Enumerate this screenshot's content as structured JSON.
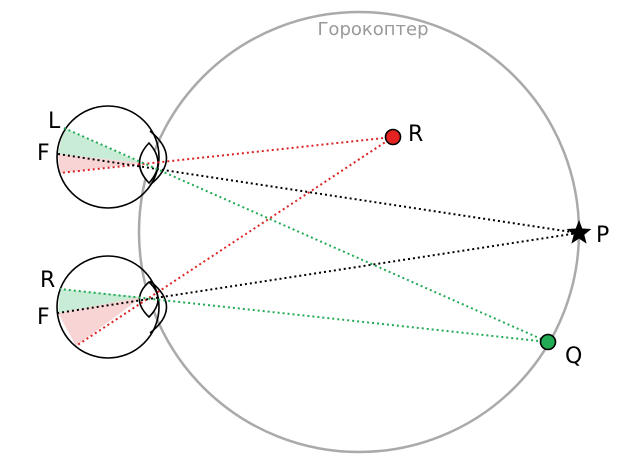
{
  "title": "Горокоптер",
  "colors": {
    "horopter_circle": "#aaaaaa",
    "title_text": "#999999",
    "red_line": "#dd2222",
    "green_line": "#22aa55",
    "black_line": "#000000",
    "green_fill": "#c8ecd6",
    "red_fill": "#f8d4d4",
    "point_R": "#e52222",
    "point_Q": "#22aa55",
    "point_P": "#000000"
  },
  "icons": {
    "point_R": "red-dot-icon",
    "point_Q": "green-dot-icon",
    "point_P": "black-star-icon"
  },
  "labels": {
    "upper_eye_top": "L",
    "upper_eye_fovea": "F",
    "lower_eye_top": "R",
    "lower_eye_fovea": "F",
    "point_R": "R",
    "point_P": "P",
    "point_Q": "Q"
  }
}
